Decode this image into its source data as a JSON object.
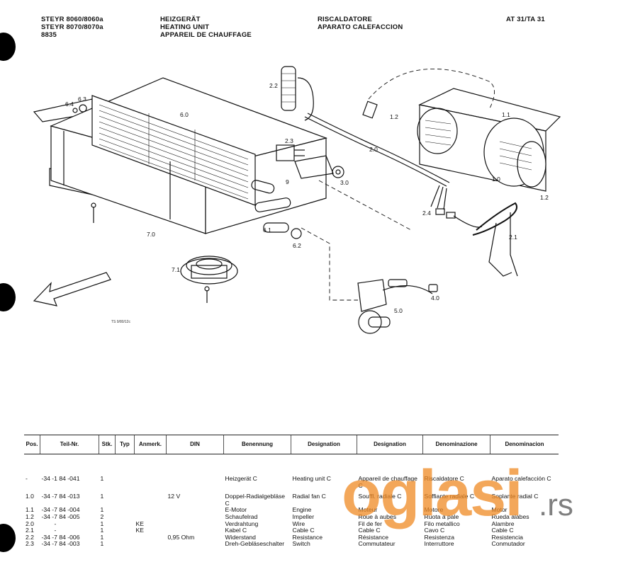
{
  "header": {
    "model_lines": [
      "STEYR 8060/8060a",
      "STEYR 8070/8070a",
      "8835"
    ],
    "title_lines": [
      "HEIZGERÄT",
      "HEATING UNIT",
      "APPAREIL DE CHAUFFAGE"
    ],
    "title_it_es": [
      "RISCALDATORE",
      "APARATO CALEFACCION"
    ],
    "page_code": "AT 31/TA 31"
  },
  "diagram": {
    "labels": [
      "6.4",
      "6.3",
      "6.0",
      "2.2",
      "1.2",
      "1.1",
      "2.3",
      "2.0",
      "9",
      "3.0",
      "1.0",
      "1.2",
      "2.4",
      "2.1",
      "7.0",
      "6.1",
      "6.2",
      "7.1",
      "5.0",
      "4.0"
    ],
    "reference": "TS 9/80/12c"
  },
  "table": {
    "headers": [
      "Pos.",
      "Teil-Nr.",
      "Stk.",
      "Typ",
      "Anmerk.",
      "DIN",
      "Benennung",
      "Designation",
      "Designation",
      "Denominazione",
      "Denominacion"
    ],
    "rows": [
      {
        "pos": "-",
        "part": "-34 -1 84 -041",
        "qty": "1",
        "typ": "",
        "note": "",
        "din": "",
        "de": "Heizgerät C",
        "en": "Heating unit C",
        "fr": "Appareil de chauffage C",
        "it": "Riscaldatore C",
        "es": "Aparato calefacción C"
      },
      {
        "pos": "1.0",
        "part": "-34 -7 84 -013",
        "qty": "1",
        "typ": "",
        "note": "",
        "din": "12 V",
        "de": "Doppel-Radialgebläse C",
        "en": "Radial fan C",
        "fr": "Souffl. radiale C",
        "it": "Soffiante radiale C",
        "es": "Soplante radial C"
      },
      {
        "pos": "1.1",
        "part": "-34 -7 84 -004",
        "qty": "1",
        "typ": "",
        "note": "",
        "din": "",
        "de": "E-Motor",
        "en": "Engine",
        "fr": "Moteur",
        "it": "Motore",
        "es": "Motor"
      },
      {
        "pos": "1.2",
        "part": "-34 -7 84 -005",
        "qty": "2",
        "typ": "",
        "note": "",
        "din": "",
        "de": "Schaufelrad",
        "en": "Impeller",
        "fr": "Roue à aubes",
        "it": "Ruota a pale",
        "es": "Rueda alabes"
      },
      {
        "pos": "2.0",
        "part": "-",
        "qty": "1",
        "typ": "",
        "note": "KE",
        "din": "",
        "de": "Verdrahtung",
        "en": "Wire",
        "fr": "Fil de fer",
        "it": "Filo metallico",
        "es": "Alambre"
      },
      {
        "pos": "2.1",
        "part": "-",
        "qty": "1",
        "typ": "",
        "note": "KE",
        "din": "",
        "de": "Kabel C",
        "en": "Cable C",
        "fr": "Cable C",
        "it": "Cavo C",
        "es": "Cable C"
      },
      {
        "pos": "2.2",
        "part": "-34 -7 84 -006",
        "qty": "1",
        "typ": "",
        "note": "",
        "din": "0,95 Ohm",
        "de": "Widerstand",
        "en": "Resistance",
        "fr": "Résistance",
        "it": "Resistenza",
        "es": "Resistencia"
      },
      {
        "pos": "2.3",
        "part": "-34 -7 84 -003",
        "qty": "1",
        "typ": "",
        "note": "",
        "din": "",
        "de": "Dreh-Gebläseschalter",
        "en": "Switch",
        "fr": "Commutateur",
        "it": "Interruttore",
        "es": "Conmutador"
      }
    ]
  },
  "watermark": {
    "text": "oglasi",
    "suffix": ".rs",
    "color": "#f08a24"
  }
}
